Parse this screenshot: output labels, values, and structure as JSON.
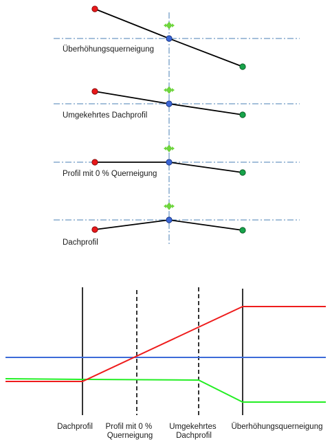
{
  "colors": {
    "left_edge": "#e8191b",
    "right_edge": "#17a34a",
    "centerline": "#3b66d6",
    "pivot_marker": "#6ed83c",
    "guide": "#4a7fb5",
    "line_red": "#ee1c1c",
    "line_blue": "#3c6ad8",
    "line_green": "#22ee22"
  },
  "icons": {
    "left_node": "red-circle-node",
    "center_node": "blue-circle-node",
    "right_node": "green-circle-node",
    "pivot": "green-diamond-arrow-icon"
  },
  "profiles": [
    {
      "label": "Überhöhungsquerneigung"
    },
    {
      "label": "Umgekehrtes Dachprofil"
    },
    {
      "label": "Profil mit 0 % Querneigung"
    },
    {
      "label": "Dachprofil"
    }
  ],
  "transition": {
    "stations": [
      {
        "label_lines": [
          "Dachprofil"
        ]
      },
      {
        "label_lines": [
          "Profil mit 0 %",
          "Querneigung"
        ]
      },
      {
        "label_lines": [
          "Umgekehrtes",
          "Dachprofil"
        ]
      },
      {
        "label_lines": [
          "Überhöhungsquerneigung"
        ]
      }
    ]
  }
}
